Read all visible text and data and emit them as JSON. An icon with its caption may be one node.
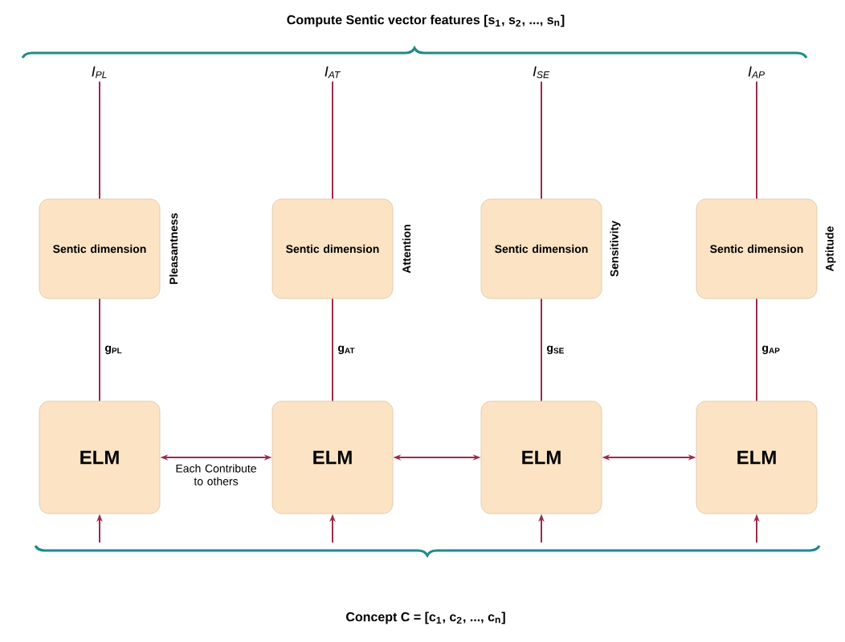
{
  "diagram": {
    "title": "Compute Sentic vector features [s$_{1}$, s$_{2}$, ..., s$_{n}$]",
    "caption": "Concept C = [c$_{1}$, c$_{2}$, ..., c$_{n}$]",
    "nodes": [
      {
        "text": [
          "I$_{PL}$"
        ]
      },
      {
        "text": [
          "I$_{AT}$"
        ]
      },
      {
        "text": [
          "I$_{SE}$"
        ]
      },
      {
        "text": [
          "I$_{AP}$"
        ]
      },
      {
        "text": [
          "Sentic dimension"
        ],
        "beside": [
          "Pleasantness"
        ]
      },
      {
        "text": [
          "Sentic dimension"
        ],
        "beside": [
          "Attention"
        ]
      },
      {
        "text": [
          "Sentic dimension"
        ],
        "beside": [
          "Sensitivity"
        ]
      },
      {
        "text": [
          "Sentic dimension"
        ],
        "beside": [
          "Aptitude"
        ]
      },
      {
        "text": [
          "ELM"
        ]
      },
      {
        "text": [
          "ELM"
        ]
      },
      {
        "text": [
          "ELM"
        ]
      },
      {
        "text": [
          "ELM"
        ]
      }
    ],
    "edges": [
      {
        "from": 0,
        "to": 4,
        "arrow": "none"
      },
      {
        "from": 1,
        "to": 5,
        "arrow": "none"
      },
      {
        "from": 2,
        "to": 6,
        "arrow": "none"
      },
      {
        "from": 3,
        "to": 7,
        "arrow": "none"
      },
      {
        "from": 4,
        "to": 8,
        "arrow": "none",
        "label": "g$_{PL}$"
      },
      {
        "from": 5,
        "to": 9,
        "arrow": "none",
        "label": "g$_{AT}$"
      },
      {
        "from": 6,
        "to": 10,
        "arrow": "none",
        "label": "g$_{SE}$"
      },
      {
        "from": 7,
        "to": 11,
        "arrow": "none",
        "label": "g$_{AP}$"
      },
      {
        "from": 8,
        "to": 9,
        "arrow": "both",
        "label": "Each Contribute to others"
      },
      {
        "from": 9,
        "to": 10,
        "arrow": "both"
      },
      {
        "from": 10,
        "to": 11,
        "arrow": "both"
      },
      {
        "from": null,
        "to": 8,
        "arrow": "to"
      },
      {
        "from": null,
        "to": 9,
        "arrow": "to"
      },
      {
        "from": null,
        "to": 10,
        "arrow": "to"
      },
      {
        "from": null,
        "to": 11,
        "arrow": "to"
      }
    ]
  }
}
